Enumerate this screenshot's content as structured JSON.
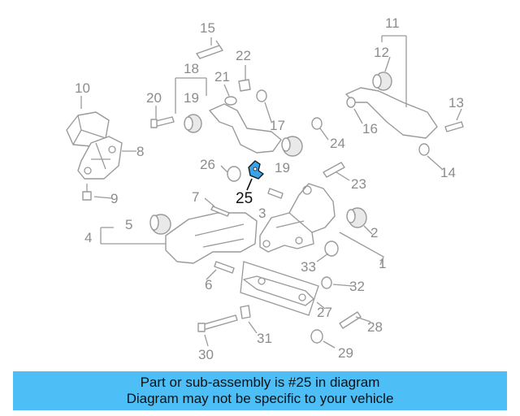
{
  "diagram": {
    "highlight_color": "#3aa3e8",
    "callouts": [
      {
        "id": "c1",
        "text": "1"
      },
      {
        "id": "c2",
        "text": "2"
      },
      {
        "id": "c3",
        "text": "3"
      },
      {
        "id": "c4",
        "text": "4"
      },
      {
        "id": "c5",
        "text": "5"
      },
      {
        "id": "c6",
        "text": "6"
      },
      {
        "id": "c7",
        "text": "7"
      },
      {
        "id": "c8",
        "text": "8"
      },
      {
        "id": "c9",
        "text": "9"
      },
      {
        "id": "c10",
        "text": "10"
      },
      {
        "id": "c11",
        "text": "11"
      },
      {
        "id": "c12",
        "text": "12"
      },
      {
        "id": "c13",
        "text": "13"
      },
      {
        "id": "c14",
        "text": "14"
      },
      {
        "id": "c15",
        "text": "15"
      },
      {
        "id": "c16",
        "text": "16"
      },
      {
        "id": "c17",
        "text": "17"
      },
      {
        "id": "c18",
        "text": "18"
      },
      {
        "id": "c19a",
        "text": "19"
      },
      {
        "id": "c19b",
        "text": "19"
      },
      {
        "id": "c20",
        "text": "20"
      },
      {
        "id": "c21",
        "text": "21"
      },
      {
        "id": "c22",
        "text": "22"
      },
      {
        "id": "c23",
        "text": "23"
      },
      {
        "id": "c24",
        "text": "24"
      },
      {
        "id": "c25",
        "text": "25"
      },
      {
        "id": "c26",
        "text": "26"
      },
      {
        "id": "c27",
        "text": "27"
      },
      {
        "id": "c28",
        "text": "28"
      },
      {
        "id": "c29",
        "text": "29"
      },
      {
        "id": "c30",
        "text": "30"
      },
      {
        "id": "c31",
        "text": "31"
      },
      {
        "id": "c32",
        "text": "32"
      },
      {
        "id": "c33",
        "text": "33"
      }
    ]
  },
  "banner": {
    "line1": "Part or sub-assembly is #25 in diagram",
    "line2": "Diagram may not be specific to your vehicle",
    "background": "#4dbef6"
  }
}
